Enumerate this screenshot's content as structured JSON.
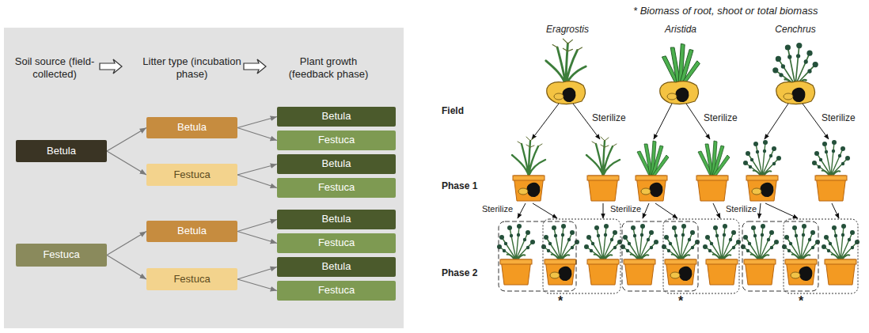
{
  "diagram": {
    "nodes": [
      {
        "text": [
          "Betula"
        ]
      },
      {
        "text": [
          "Betula"
        ]
      },
      {
        "text": [
          "Betula"
        ]
      },
      {
        "text": [
          "Festuca"
        ]
      },
      {
        "text": [
          "Festuca"
        ]
      },
      {
        "text": [
          "Betula"
        ]
      },
      {
        "text": [
          "Festuca"
        ]
      },
      {
        "text": [
          "Festuca"
        ]
      },
      {
        "text": [
          "Betula"
        ]
      },
      {
        "text": [
          "Betula"
        ]
      },
      {
        "text": [
          "Festuca"
        ]
      },
      {
        "text": [
          "Festuca"
        ]
      },
      {
        "text": [
          "Betula"
        ]
      },
      {
        "text": [
          "Festuca"
        ]
      }
    ],
    "edges": [
      {
        "from": 0,
        "to": 1,
        "arrow": "to"
      },
      {
        "from": 0,
        "to": 4,
        "arrow": "to"
      },
      {
        "from": 1,
        "to": 2,
        "arrow": "to"
      },
      {
        "from": 1,
        "to": 3,
        "arrow": "to"
      },
      {
        "from": 4,
        "to": 5,
        "arrow": "to"
      },
      {
        "from": 4,
        "to": 6,
        "arrow": "to"
      },
      {
        "from": 7,
        "to": 8,
        "arrow": "to"
      },
      {
        "from": 7,
        "to": 11,
        "arrow": "to"
      },
      {
        "from": 8,
        "to": 9,
        "arrow": "to"
      },
      {
        "from": 8,
        "to": 10,
        "arrow": "to"
      },
      {
        "from": 11,
        "to": 12,
        "arrow": "to"
      },
      {
        "from": 11,
        "to": 13,
        "arrow": "to"
      }
    ],
    "labels": [
      "Soil source (field-collected)",
      "Litter type (incubation phase)",
      "Plant growth (feedback phase)",
      "* Biomass of root, shoot or total biomass",
      "Eragrostis",
      "Aristida",
      "Cenchrus",
      "Field",
      "Sterilize",
      "Sterilize",
      "Sterilize",
      "Phase 1",
      "Sterilize",
      "Sterilize",
      "Sterilize",
      "Phase 2",
      "*",
      "*",
      "*"
    ]
  }
}
